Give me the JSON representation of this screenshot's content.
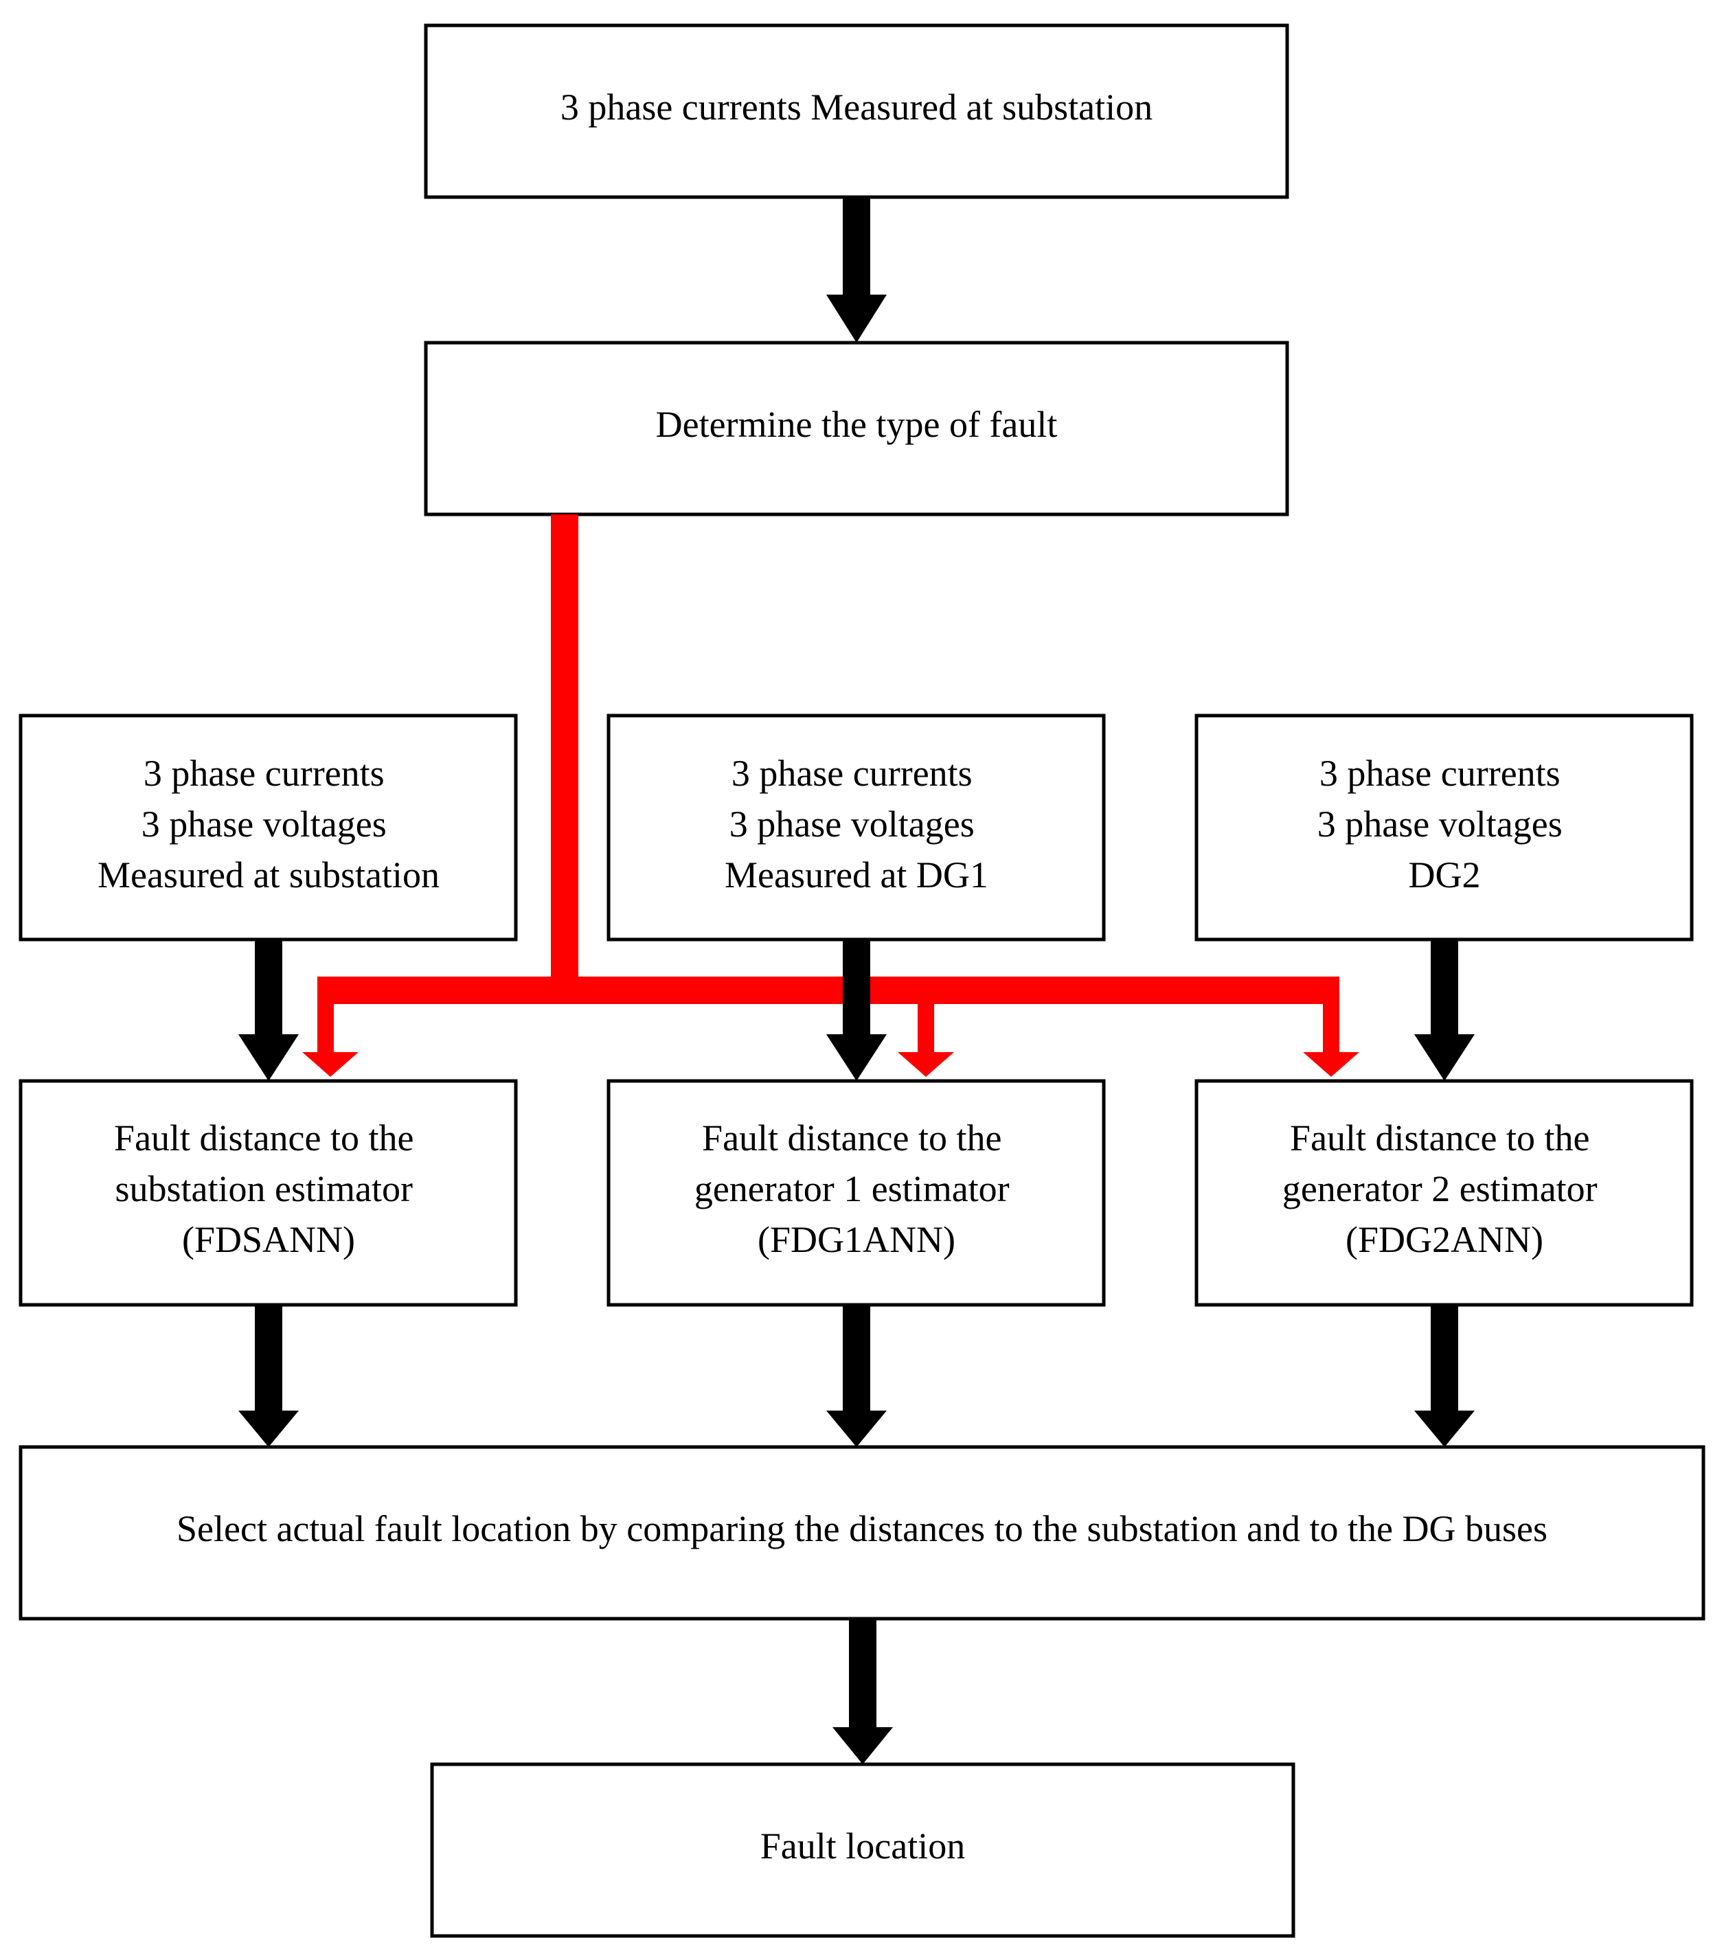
{
  "colors": {
    "flow": "#000000",
    "fault_type_branch": "#ff0000"
  },
  "nodes": {
    "input_substation_currents": [
      "3 phase currents Measured at substation"
    ],
    "fault_type": [
      "Determine the type of fault"
    ],
    "input_substation": [
      "3 phase currents",
      "3 phase voltages",
      "Measured at substation"
    ],
    "input_dg1": [
      "3 phase currents",
      "3 phase voltages",
      "Measured at DG1"
    ],
    "input_dg2": [
      "3 phase currents",
      "3 phase voltages",
      "DG2"
    ],
    "estimator_substation": [
      "Fault distance to the",
      "substation estimator",
      "(FDSANN)"
    ],
    "estimator_gen1": [
      "Fault distance to the",
      "generator 1 estimator",
      "(FDG1ANN)"
    ],
    "estimator_gen2": [
      "Fault distance to the",
      "generator 2 estimator",
      "(FDG2ANN)"
    ],
    "select_location": [
      "Select actual fault location by comparing the distances to the substation and to the DG buses"
    ],
    "fault_location": [
      "Fault location"
    ]
  }
}
